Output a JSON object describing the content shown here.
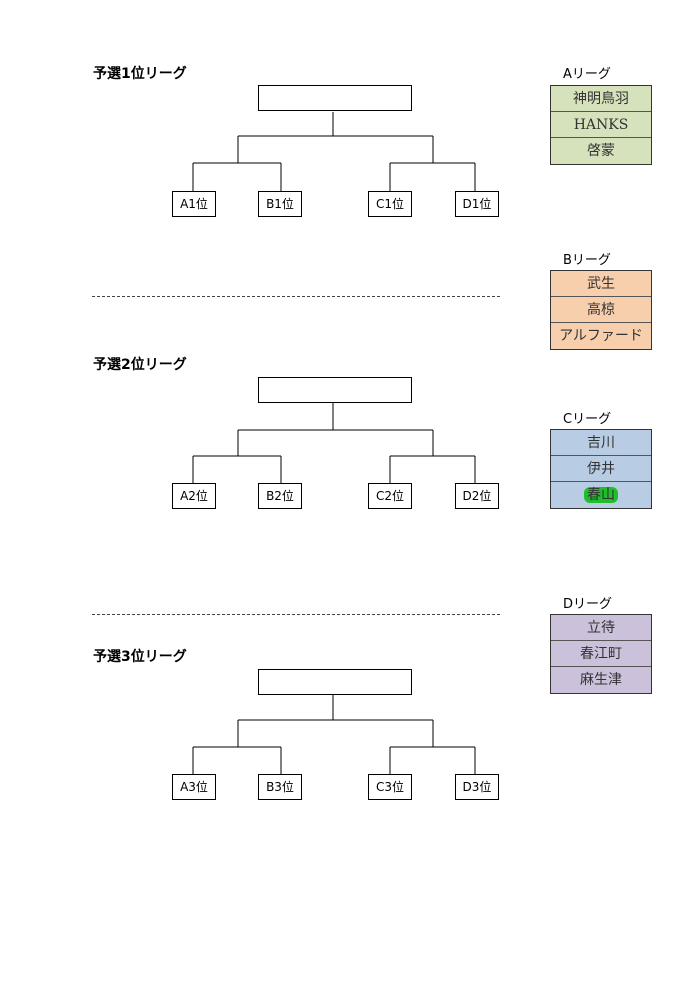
{
  "brackets": [
    {
      "title": "予選1位リーグ",
      "seeds": [
        "A1位",
        "B1位",
        "C1位",
        "D1位"
      ]
    },
    {
      "title": "予選2位リーグ",
      "seeds": [
        "A2位",
        "B2位",
        "C2位",
        "D2位"
      ]
    },
    {
      "title": "予選3位リーグ",
      "seeds": [
        "A3位",
        "B3位",
        "C3位",
        "D3位"
      ]
    }
  ],
  "leagues": [
    {
      "label": "Aリーグ",
      "color": "#d5e2bc",
      "teams": [
        "神明鳥羽",
        "HANKS",
        "啓蒙"
      ]
    },
    {
      "label": "Bリーグ",
      "color": "#f8cfac",
      "teams": [
        "武生",
        "高椋",
        "アルファード"
      ]
    },
    {
      "label": "Cリーグ",
      "color": "#b8cce4",
      "teams": [
        "吉川",
        "伊井",
        "春山"
      ],
      "highlight_color": "#1fbf2c"
    },
    {
      "label": "Dリーグ",
      "color": "#ccc1da",
      "teams": [
        "立待",
        "春江町",
        "麻生津"
      ]
    }
  ]
}
